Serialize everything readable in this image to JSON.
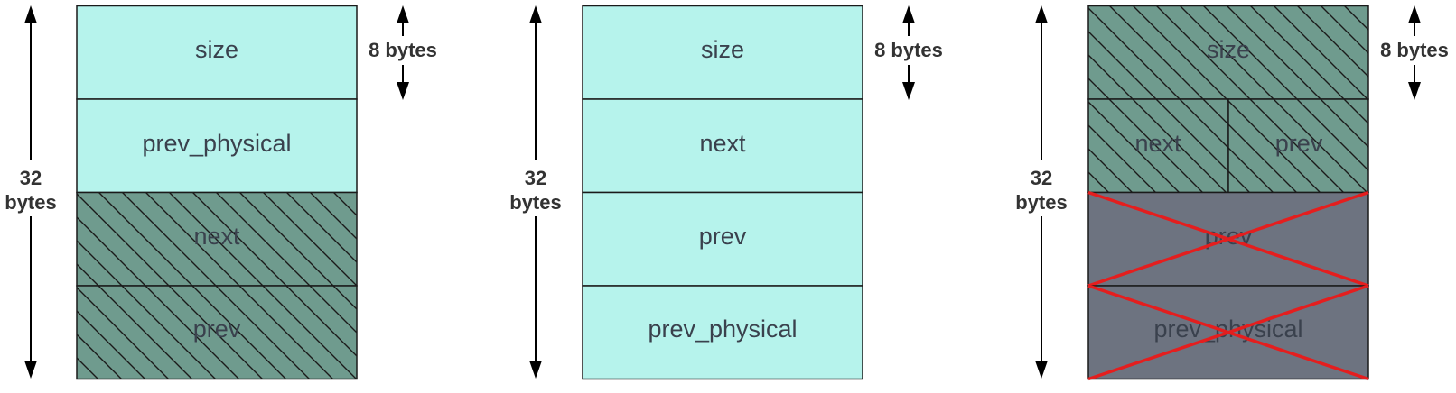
{
  "colors": {
    "plain_fill": "#b6f3ec",
    "hatched_fill": "#6f9b8e",
    "invalid_fill": "#6d7380",
    "outline": "#1a1a1a",
    "cross": "#e41e1e",
    "text": "#3a414d",
    "dim_text": "#333333"
  },
  "dimensions": {
    "total_label_line1": "32",
    "total_label_line2": "bytes",
    "field_label": "8 bytes"
  },
  "layouts": [
    {
      "fields": [
        {
          "label": "size",
          "style": "plain"
        },
        {
          "label": "prev_physical",
          "style": "plain"
        },
        {
          "label": "next",
          "style": "hatched"
        },
        {
          "label": "prev",
          "style": "hatched"
        }
      ]
    },
    {
      "fields": [
        {
          "label": "size",
          "style": "plain"
        },
        {
          "label": "next",
          "style": "plain"
        },
        {
          "label": "prev",
          "style": "plain"
        },
        {
          "label": "prev_physical",
          "style": "plain"
        }
      ]
    },
    {
      "fields": [
        {
          "label": "size",
          "style": "hatched"
        },
        {
          "label": "next",
          "style": "hatched",
          "split": true
        },
        {
          "label": "prev",
          "style": "hatched",
          "split": true
        },
        {
          "label": "prev",
          "style": "invalid",
          "crossed": true
        },
        {
          "label": "prev_physical",
          "style": "invalid",
          "crossed": true
        }
      ]
    }
  ]
}
